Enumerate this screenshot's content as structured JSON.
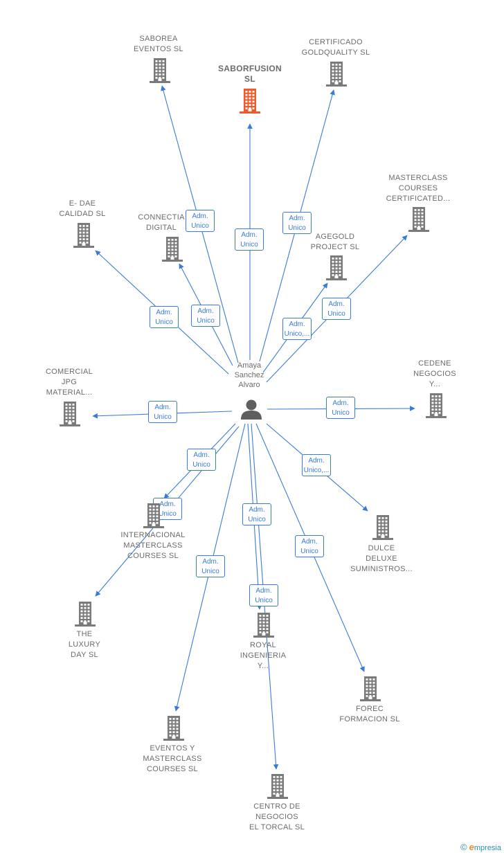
{
  "center": {
    "label": "Amaya\nSanchez\nAlvaro",
    "icon": "person-icon"
  },
  "colors": {
    "edge": "#3a7bd5",
    "building": "#7a7a7a",
    "main_building": "#f05a28",
    "label": "#6b6b6b"
  },
  "nodes": [
    {
      "id": "saborea-eventos",
      "label": "SABOREA\nEVENTOS  SL",
      "main": false
    },
    {
      "id": "certificado-goldquality",
      "label": "CERTIFICADO\nGOLDQUALITY SL",
      "main": false
    },
    {
      "id": "saborfusion",
      "label": "SABORFUSION\nSL",
      "main": true
    },
    {
      "id": "masterclass-courses-certificated",
      "label": "MASTERCLASS\nCOURSES\nCERTIFICATED...",
      "main": false
    },
    {
      "id": "e-dae-calidad",
      "label": "E- DAE\nCALIDAD SL",
      "main": false
    },
    {
      "id": "connectia-digital",
      "label": "CONNECTIA\nDIGITAL",
      "main": false
    },
    {
      "id": "agegold-project",
      "label": "AGEGOLD\nPROJECT  SL",
      "main": false
    },
    {
      "id": "comercial-jpg-material",
      "label": "COMERCIAL\nJPG\nMATERIAL...",
      "main": false
    },
    {
      "id": "cedene-negocios",
      "label": "CEDENE\nNEGOCIOS\nY...",
      "main": false
    },
    {
      "id": "internacional-masterclass-courses",
      "label": "INTERNACIONAL\nMASTERCLASS\nCOURSES  SL",
      "main": false
    },
    {
      "id": "dulce-deluxe-suministros",
      "label": "DULCE\nDELUXE\nSUMINISTROS...",
      "main": false
    },
    {
      "id": "the-luxury-day",
      "label": "THE\nLUXURY\nDAY  SL",
      "main": false
    },
    {
      "id": "royal-ingenieria",
      "label": "ROYAL\nINGENIERIA\nY...",
      "main": false
    },
    {
      "id": "forec-formacion",
      "label": "FOREC\nFORMACION SL",
      "main": false
    },
    {
      "id": "eventos-y-masterclass-courses",
      "label": "EVENTOS Y\nMASTERCLASS\nCOURSES  SL",
      "main": false
    },
    {
      "id": "centro-de-negocios-el-torcal",
      "label": "CENTRO DE\nNEGOCIOS\nEL TORCAL SL",
      "main": false
    }
  ],
  "edges": [
    {
      "to": "saborea-eventos",
      "label": "Adm.\nUnico"
    },
    {
      "to": "saborfusion",
      "label": "Adm.\nUnico"
    },
    {
      "to": "certificado-goldquality",
      "label": "Adm.\nUnico"
    },
    {
      "to": "connectia-digital",
      "label": "Adm.\nUnico"
    },
    {
      "to": "e-dae-calidad",
      "label": "Adm.\nUnico"
    },
    {
      "to": "agegold-project",
      "label": "Adm.\nUnico,..."
    },
    {
      "to": "masterclass-courses-certificated",
      "label": "Adm.\nUnico"
    },
    {
      "to": "comercial-jpg-material",
      "label": "Adm.\nUnico"
    },
    {
      "to": "cedene-negocios",
      "label": "Adm.\nUnico"
    },
    {
      "to": "internacional-masterclass-courses",
      "label": "Adm.\nUnico"
    },
    {
      "to": "the-luxury-day",
      "label": "Adm.\nUnico"
    },
    {
      "to": "dulce-deluxe-suministros",
      "label": "Adm.\nUnico,..."
    },
    {
      "to": "royal-ingenieria",
      "label": "Adm.\nUnico"
    },
    {
      "to": "centro-de-negocios-el-torcal",
      "label": "Adm.\nUnico"
    },
    {
      "to": "forec-formacion",
      "label": "Adm.\nUnico"
    },
    {
      "to": "eventos-y-masterclass-courses",
      "label": "Adm.\nUnico"
    }
  ],
  "branding": {
    "copyright_symbol": "©",
    "name_initial": "e",
    "name_rest": "mpresia"
  }
}
